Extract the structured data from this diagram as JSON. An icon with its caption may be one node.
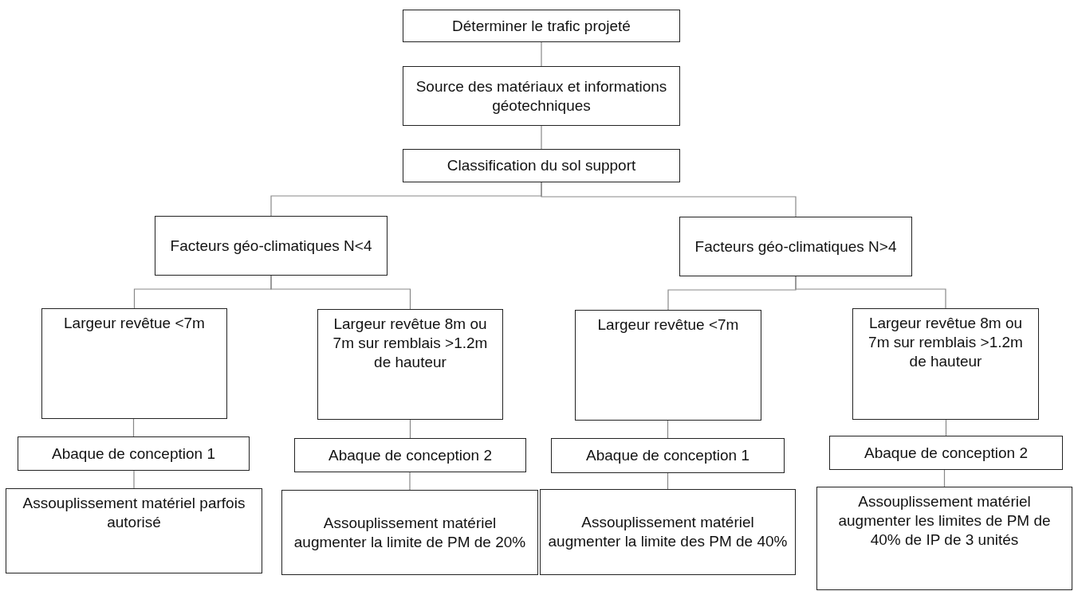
{
  "diagram": {
    "nodes": [
      {
        "text": [
          "Déterminer le trafic projeté"
        ]
      },
      {
        "text": [
          "Source des matériaux et informations géotechniques"
        ]
      },
      {
        "text": [
          "Classification du sol support"
        ]
      },
      {
        "text": [
          "Facteurs géo-climatiques N<4"
        ]
      },
      {
        "text": [
          "Facteurs géo-climatiques N>4"
        ]
      },
      {
        "text": [
          "Largeur revêtue <7m"
        ]
      },
      {
        "text": [
          "Largeur revêtue 8m ou 7m sur remblais >1.2m de hauteur"
        ]
      },
      {
        "text": [
          "Largeur revêtue <7m"
        ]
      },
      {
        "text": [
          "Largeur revêtue 8m ou 7m sur remblais >1.2m de hauteur"
        ]
      },
      {
        "text": [
          "Abaque de conception 1"
        ]
      },
      {
        "text": [
          "Abaque de conception 2"
        ]
      },
      {
        "text": [
          "Abaque de conception 1"
        ]
      },
      {
        "text": [
          "Abaque de conception 2"
        ]
      },
      {
        "text": [
          "Assouplissement matériel parfois autorisé"
        ]
      },
      {
        "text": [
          "Assouplissement matériel augmenter la limite de PM de 20%"
        ]
      },
      {
        "text": [
          "Assouplissement matériel augmenter la limite des PM de 40%"
        ]
      },
      {
        "text": [
          "Assouplissement matériel augmenter les limites de PM de 40% de IP de 3 unités"
        ]
      }
    ],
    "edges": [
      {
        "from": 0,
        "to": 1,
        "arrow": "none"
      },
      {
        "from": 1,
        "to": 2,
        "arrow": "none"
      },
      {
        "from": 2,
        "to": 3,
        "arrow": "none"
      },
      {
        "from": 2,
        "to": 4,
        "arrow": "none"
      },
      {
        "from": 3,
        "to": 5,
        "arrow": "none"
      },
      {
        "from": 3,
        "to": 6,
        "arrow": "none"
      },
      {
        "from": 4,
        "to": 7,
        "arrow": "none"
      },
      {
        "from": 4,
        "to": 8,
        "arrow": "none"
      },
      {
        "from": 5,
        "to": 9,
        "arrow": "none"
      },
      {
        "from": 6,
        "to": 10,
        "arrow": "none"
      },
      {
        "from": 7,
        "to": 11,
        "arrow": "none"
      },
      {
        "from": 8,
        "to": 12,
        "arrow": "none"
      },
      {
        "from": 9,
        "to": 13,
        "arrow": "none"
      },
      {
        "from": 10,
        "to": 14,
        "arrow": "none"
      },
      {
        "from": 11,
        "to": 15,
        "arrow": "none"
      },
      {
        "from": 12,
        "to": 16,
        "arrow": "none"
      }
    ]
  }
}
